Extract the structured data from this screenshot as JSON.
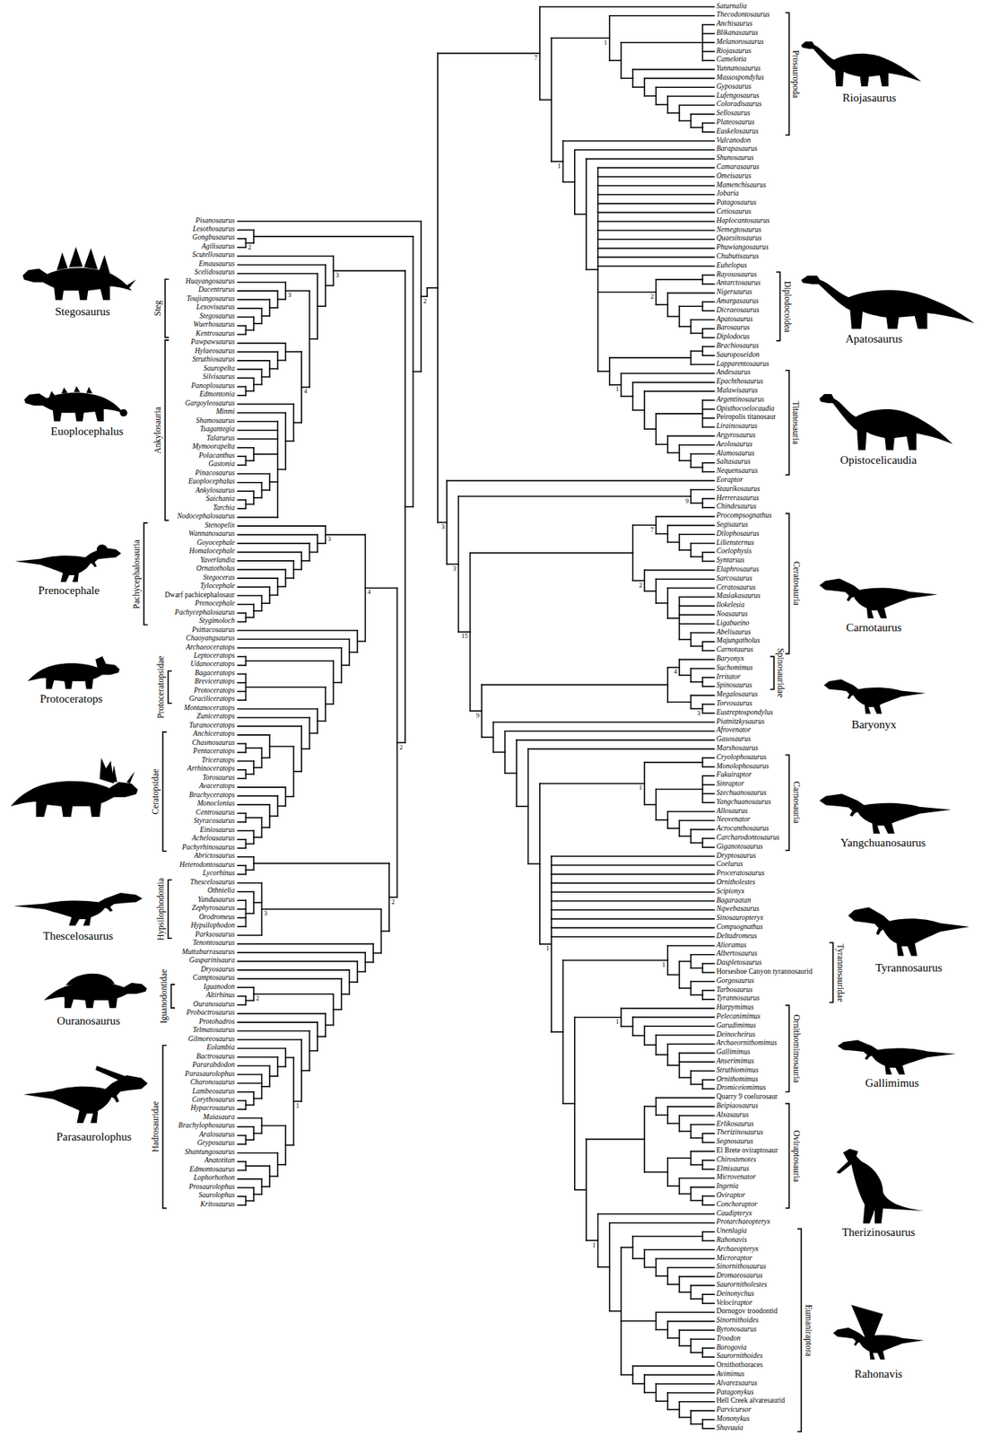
{
  "diagram": {
    "labels": [
      "Pisanosaurus",
      "Lesothosaurus",
      "Gongbusaurus",
      "Agilisaurus",
      "Scutellosaurus",
      "Emausaurus",
      "Scelidosaurus",
      "Huayangosaurus",
      "Dacentrurus",
      "Toujiangosaurus",
      "Lexovisaurus",
      "Stegosaurus",
      "Wuerhosaurus",
      "Kentrosaurus",
      "Pawpawsaurus",
      "Hylaeosaurus",
      "Struthiosaurus",
      "Sauropelta",
      "Silvisaurus",
      "Panoplosaurus",
      "Edmontonia",
      "Gargoyleosaurus",
      "Minmi",
      "Shamosaurus",
      "Tsagantegia",
      "Talarurus",
      "Mymoorapelta",
      "Polacanthus",
      "Gastonia",
      "Pinacosaurus",
      "Euoplocephalus",
      "Ankylosaurus",
      "Saichania",
      "Tarchia",
      "Nodocephalosaurus",
      "Stenopelix",
      "Wannanosaurus",
      "Goyocephale",
      "Homalocephale",
      "Yaverlandia",
      "Ornatotholus",
      "Stegoceras",
      "Tylocephale",
      "Dwarf pachicephalosaur",
      "Prenocephale",
      "Pachycephalosaurus",
      "Stygimoloch",
      "Psittacosaurus",
      "Chaoyangsaurus",
      "Archaeoceratops",
      "Leptoceratops",
      "Udanoceratops",
      "Bagaceratops",
      "Breviceratops",
      "Protoceratops",
      "Graciliceratops",
      "Montanoceratops",
      "Zuniceratops",
      "Turanoceratops",
      "Anchiceratops",
      "Chasmosaurus",
      "Pentaceratops",
      "Triceratops",
      "Arrhinoceratops",
      "Torosaurus",
      "Avaceratops",
      "Brachyceratops",
      "Monoclonius",
      "Centrosaurus",
      "Styracosaurus",
      "Einiosaurus",
      "Achelousaurus",
      "Pachyrhinosaurus",
      "Abrictosaurus",
      "Heterodontosaurus",
      "Lycorhinus",
      "Thescelosaurus",
      "Othnielia",
      "Yandusaurus",
      "Zephyrosaurus",
      "Orodromeus",
      "Hypsilophodon",
      "Parksosaurus",
      "Tenontosaurus",
      "Muttaburrasaurus",
      "Gasparinisaura",
      "Dryosaurus",
      "Camptosaurus",
      "Iguanodon",
      "Altirhinus",
      "Ouranosaurus",
      "Probactrosaurus",
      "Protohadros",
      "Telmatosaurus",
      "Gilmoreosaurus",
      "Eolambia",
      "Bactrosaurus",
      "Pararabdodon",
      "Parasaurolophus",
      "Charonosaurus",
      "Lambeosaurus",
      "Corythosaurus",
      "Hypacrosaurus",
      "Maiasaura",
      "Brachylophosaurus",
      "Aralosaurus",
      "Gryposaurus",
      "Shantungosaurus",
      "Anatotitan",
      "Edmontosaurus",
      "Lophorhothon",
      "Prosaurolophus",
      "Saurolophus",
      "Kritosaurus",
      "Saturnalia",
      "Thecodontosaurus",
      "Anchisaurus",
      "Blikanasaurus",
      "Melanorosaurus",
      "Riojasaurus",
      "Camelotia",
      "Yunnanosaurus",
      "Massospondylus",
      "Gyposaurus",
      "Lufengosaurus",
      "Coloradisaurus",
      "Sellosaurus",
      "Plateosaurus",
      "Euskelosaurus",
      "Vulcanodon",
      "Barapasaurus",
      "Shunosaurus",
      "Camarasaurus",
      "Omeisaurus",
      "Mamenchisaurus",
      "Jobaria",
      "Patagosaurus",
      "Cetiosaurus",
      "Haplocantosaurus",
      "Nemegtosaurus",
      "Quaesitosaurus",
      "Phuwiangosaurus",
      "Chubutisaurus",
      "Euhelopus",
      "Rayososaurus",
      "Antarctosaurus",
      "Nigersaurus",
      "Amargasaurus",
      "Dicraeosaurus",
      "Apatosaurus",
      "Barosaurus",
      "Diplodocus",
      "Brachiosaurus",
      "Sauroposeidon",
      "Lapparentosaurus",
      "Andesaurus",
      "Epachthosaurus",
      "Malawisaurus",
      "Argentinosaurus",
      "Opisthocoelocaudia",
      "Peiropolis titanosaur",
      "Lirainosaurus",
      "Argyrosaurus",
      "Aeolosaurus",
      "Alamosaurus",
      "Saltasaurus",
      "Nequensaurus",
      "Eoraptor",
      "Staurikosaurus",
      "Herrerasaurus",
      "Chindesaurus",
      "Procompsognathus",
      "Segisaurus",
      "Dilophosaurus",
      "Liliensternus",
      "Coelophysis",
      "Syntarsus",
      "Elaphrosaurus",
      "Sarcosaurus",
      "Ceratosaurus",
      "Masiakasaurus",
      "Ilokelesia",
      "Noasaurus",
      "Ligabueino",
      "Abelisaurus",
      "Majungatholus",
      "Carnotaurus",
      "Baryonyx",
      "Suchomimus",
      "Irritator",
      "Spinosaurus",
      "Megalosaurus",
      "Torvosaurus",
      "Eustreptospondylus",
      "Piatnitzkysaurus",
      "Afrovenator",
      "Gasosaurus",
      "Marshosaurus",
      "Cryolophosaurus",
      "Monolophosaurus",
      "Fukuiraptor",
      "Sinraptor",
      "Szechuanosaurus",
      "Yangchuanosaurus",
      "Allosaurus",
      "Neovenator",
      "Acrocanthosaurus",
      "Carcharodontosaurus",
      "Giganotosaurus",
      "Dryptosaurus",
      "Coelurus",
      "Proceratosaurus",
      "Ornitholestes",
      "Scipionyx",
      "Bagaraatan",
      "Nqwebasaurus",
      "Sinosauropteryx",
      "Compsognathus",
      "Deltadromeus",
      "Alioramus",
      "Albertosaurus",
      "Daspletosaurus",
      "Horseshoe Canyon tyrannosaurid",
      "Gorgosaurus",
      "Tarbosaurus",
      "Tyrannosaurus",
      "Harpymimus",
      "Pelecanimimus",
      "Garudimimus",
      "Deinocheirus",
      "Archaeornithomimus",
      "Gallimimus",
      "Anserimimus",
      "Struthiomimus",
      "Ornithomimus",
      "Dromiceiomimus",
      "Quarry 9 coelurosaur",
      "Beipiaosaurus",
      "Alxasaurus",
      "Erlikosaurus",
      "Therizinosaurus",
      "Segnosaurus",
      "El Brete oviraptosaur",
      "Chirostenotes",
      "Elmisaurus",
      "Microvenator",
      "Ingenia",
      "Oviraptor",
      "Conchoraptor",
      "Caudipteryx",
      "Protarchaeopteryx",
      "Unenlagia",
      "Rahonavis",
      "Archaeopteryx",
      "Microraptor",
      "Sinornithosaurus",
      "Dromaeosaurus",
      "Saurornitholestes",
      "Deinonychus",
      "Velociraptor",
      "Dornogov troodontid",
      "Sinornithoides",
      "Byronosaurus",
      "Troodon",
      "Borogovia",
      "Saurornithoides",
      "Ornithothoraces",
      "Avimimus",
      "Alvarezsaurus",
      "Patagonykus",
      "Hell Creek alvaresaurid",
      "Parvicursor",
      "Mononykus",
      "Shuvuuia",
      "Steg",
      "Ankylosauria",
      "Pachycephalosauria",
      "Protoceratopsidae",
      "Ceratopsidae",
      "Hypsilophodontia",
      "Iguanodontidae",
      "Hadrosauridae",
      "Prosauropoda",
      "Diplodocoidea",
      "Titanosauria",
      "Ceratosauria",
      "Spinosauridae",
      "Carnosauria",
      "Tyrannosauridae",
      "Ornithomimosauria",
      "Oviraptosauria",
      "Eumaniraptora",
      "Stegosaurus",
      "Euoplocephalus",
      "Prenocephale",
      "Protoceratops",
      "Thescelosaurus",
      "Ouranosaurus",
      "Parasaurolophus",
      "Riojasaurus",
      "Apatosaurus",
      "Opistocelicaudia",
      "Carnotaurus",
      "Baryonyx",
      "Yangchuanosaurus",
      "Tyrannosaurus",
      "Gallimimus",
      "Therizinosaurus",
      "Rahonavis",
      "2",
      "2",
      "3",
      "3",
      "4",
      "4",
      "3",
      "2",
      "2",
      "3",
      "2",
      "1",
      "7",
      "1",
      "1",
      "2",
      "1",
      "3",
      "3",
      "9",
      "15",
      "7",
      "2",
      "9",
      "4",
      "3",
      "1",
      "1",
      "1",
      "1",
      "1"
    ]
  }
}
